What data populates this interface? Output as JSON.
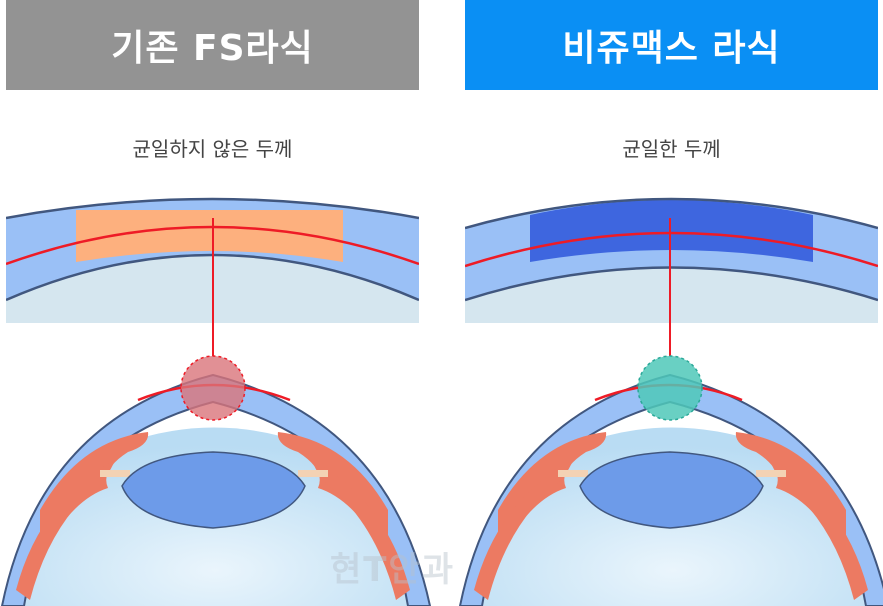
{
  "left_panel": {
    "title": "기존 FS라식",
    "subtitle": "균일하지 않은 두께",
    "banner_color": "#939393",
    "flap_color": "#fdb07e",
    "highlight_color": "#d9747a"
  },
  "right_panel": {
    "title": "비쥬맥스 라식",
    "subtitle": "균일한 두께",
    "banner_color": "#0a8ff4",
    "flap_color": "#3e66df",
    "highlight_color": "#4fc8b9"
  },
  "colors": {
    "cornea": "#9ac0f6",
    "corneal_outline": "#41577f",
    "inner_eye": "#d5e6ef",
    "cut_line": "#ee1b26",
    "iris": "#ec7a62",
    "lens": "#6d9be9",
    "ciliary": "#f3d2b4",
    "eyeball": "#c7e2f5"
  },
  "watermark": "현T안과"
}
